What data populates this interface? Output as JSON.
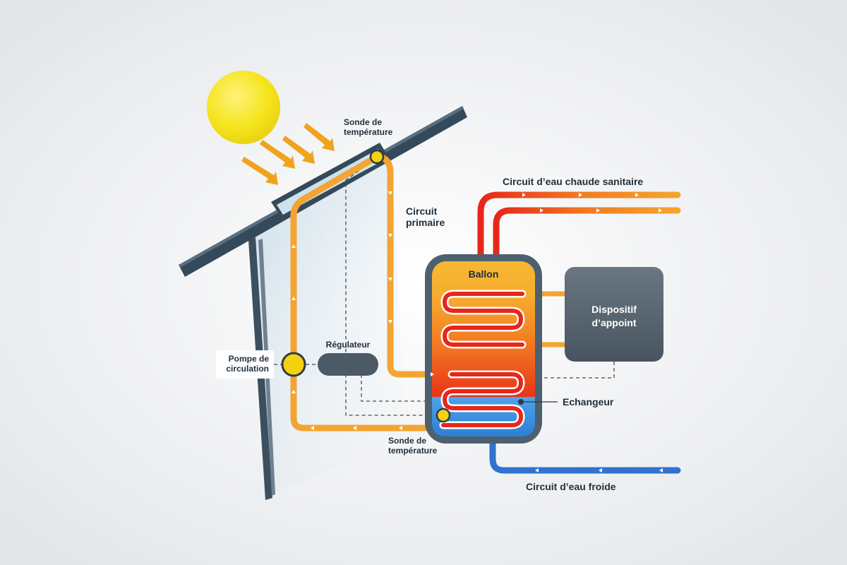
{
  "labels": {
    "sensor_top_line1": "Sonde de",
    "sensor_top_line2": "température",
    "primary_line1": "Circuit",
    "primary_line2": "primaire",
    "hot_water": "Circuit d’eau chaude sanitaire",
    "tank": "Ballon",
    "backup_line1": "Dispositif",
    "backup_line2": "d’appoint",
    "pump_line1": "Pompe de",
    "pump_line2": "circulation",
    "regulator": "Régulateur",
    "exchanger": "Echangeur",
    "sensor_bottom_line1": "Sonde de",
    "sensor_bottom_line2": "température",
    "cold_water": "Circuit d’eau froide"
  },
  "colors": {
    "background": "#f2f3f5",
    "roof": "#34495a",
    "primary_pipe": "#f3a431",
    "hot_pipe": "#e22b1b",
    "cold_pipe": "#2f72cf",
    "tank_shell": "#4d6070",
    "backup_box": "#53606c",
    "sun": "#f2e11e"
  }
}
